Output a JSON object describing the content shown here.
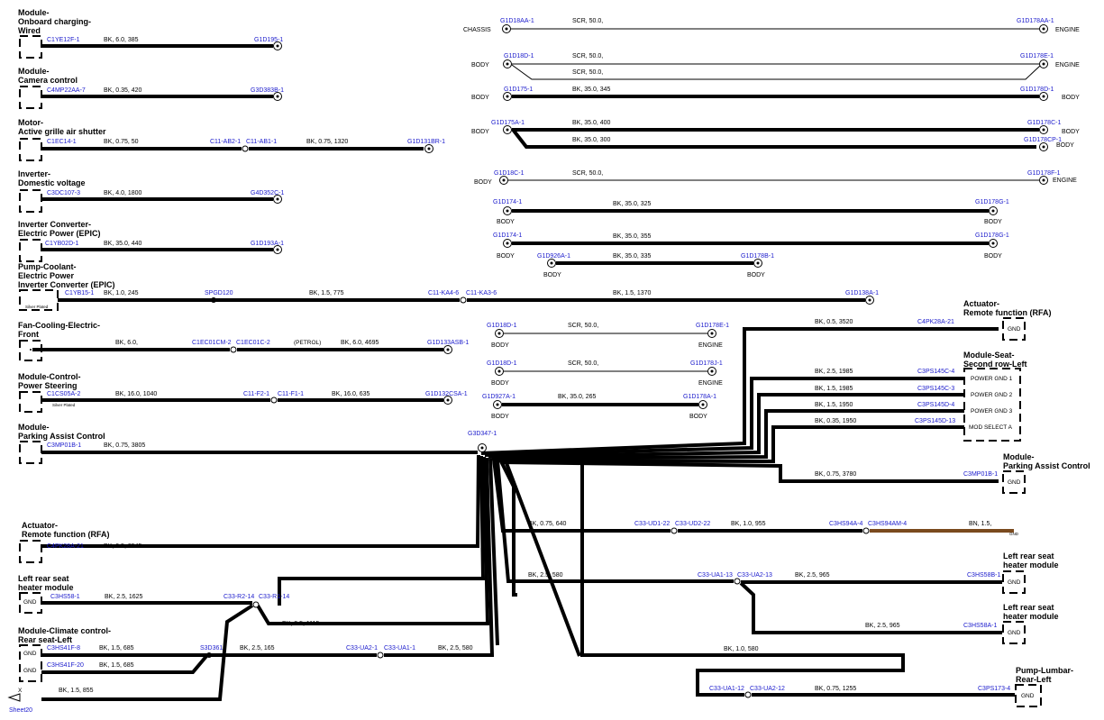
{
  "page": {
    "sheet": "Sheet20"
  },
  "left_modules": [
    {
      "title": [
        "Module-",
        "Onboard charging-",
        "Wired"
      ],
      "conn": "C1YE12F-1",
      "wire": "BK, 6.0, 385",
      "end": "G1D195-1"
    },
    {
      "title": [
        "Module-",
        "Camera control"
      ],
      "conn": "C4MP22AA-7",
      "wire": "BK, 0.35, 420",
      "end": "G3D383B-1"
    },
    {
      "title": [
        "Motor-",
        "Active grille air shutter"
      ],
      "conn": "C1EC14-1",
      "wire": "BK, 0.75, 50",
      "inline": [
        "C11-AB2-1",
        "C11-AB1-1"
      ],
      "wire2": "BK, 0.75, 1320",
      "end": "G1D131BR-1"
    },
    {
      "title": [
        "Inverter-",
        "Domestic voltage"
      ],
      "conn": "C3DC107-3",
      "wire": "BK, 4.0, 1800",
      "end": "G4D352C-1"
    },
    {
      "title": [
        "Inverter Converter-",
        "Electric Power (EPIC)"
      ],
      "conn": "C1YB02D-1",
      "wire": "BK, 35.0, 440",
      "end": "G1D193A-1"
    },
    {
      "title": [
        "Pump-Coolant-",
        "Electric Power",
        "Inverter Converter (EPIC)"
      ],
      "conn": "C1YB15-1",
      "note": "Silver Plated",
      "wire": "BK, 1.0, 245",
      "splice": "SPGD120",
      "wire2": "BK, 1.5, 775",
      "inline": [
        "C11-KA4-6",
        "C11-KA3-6"
      ],
      "wire3": "BK, 1.5, 1370",
      "end": "G1D138A-1"
    },
    {
      "title": [
        "Fan-Cooling-Electric-",
        "Front"
      ],
      "wire": "BK, 6.0,",
      "inline": [
        "C1EC01CM-2",
        "C1EC01C-2"
      ],
      "mid": "(PETROL)",
      "wire2": "BK, 6.0, 4695",
      "end": "G1D133ASB-1"
    },
    {
      "title": [
        "Module-Control-",
        "Power Steering"
      ],
      "conn": "C1CS05A-2",
      "note": "Silver Plated",
      "wire": "BK, 16.0, 1040",
      "inline": [
        "C11-F2-1",
        "C11-F1-1"
      ],
      "wire2": "BK, 16.0, 635",
      "end": "G1D132CSA-1"
    },
    {
      "title": [
        "Module-",
        "Parking Assist Control"
      ],
      "conn": "C3MP01B-1",
      "wire": "BK, 0.75, 3805",
      "end": "G3D347-1"
    }
  ],
  "straps": [
    {
      "a": "G1D18AA-1",
      "al": "CHASSIS",
      "wire": "SCR, 50.0,",
      "b": "G1D178AA-1",
      "bl": "ENGINE"
    },
    {
      "a": "G1D18D-1",
      "al": "BODY",
      "wire": "SCR, 50.0,",
      "wire_b": "SCR, 50.0,",
      "b": "G1D178E-1",
      "bl": "ENGINE"
    },
    {
      "a": "G1D175-1",
      "al": "BODY",
      "wire": "BK, 35.0, 345",
      "b": "G1D178D-1",
      "bl": "BODY"
    },
    {
      "a": "G1D175A-1",
      "al": "BODY",
      "wire": "BK, 35.0, 400",
      "wire_b": "BK, 35.0, 300",
      "b": "G1D178C-1",
      "b2": "G1D178CP-1",
      "bl": "BODY",
      "bl2": "BODY"
    },
    {
      "a": "G1D18C-1",
      "al": "BODY",
      "wire": "SCR, 50.0,",
      "b": "G1D178F-1",
      "bl": "ENGINE"
    },
    {
      "a": "G1D174-1",
      "al": "BODY",
      "wire": "BK, 35.0, 325",
      "b": "G1D178G-1",
      "bl": "BODY"
    },
    {
      "a": "G1D174-1",
      "al": "BODY",
      "wire": "BK, 35.0, 355",
      "b": "G1D178G-1",
      "bl": "BODY"
    },
    {
      "a": "G1D926A-1",
      "al": "BODY",
      "wire": "BK, 35.0, 335",
      "b": "G1D178B-1",
      "bl": "BODY"
    },
    {
      "a": "G1D18D-1",
      "al": "BODY",
      "wire": "SCR, 50.0,",
      "b": "G1D178E-1",
      "bl": "ENGINE"
    },
    {
      "a": "G1D18D-1",
      "al": "BODY",
      "wire": "SCR, 50.0,",
      "b": "G1D178J-1",
      "bl": "ENGINE"
    },
    {
      "a": "G1D927A-1",
      "al": "BODY",
      "wire": "BK, 35.0, 265",
      "b": "G1D178A-1",
      "bl": "BODY"
    }
  ],
  "right_modules": [
    {
      "title": [
        "Actuator-",
        "Remote function (RFA)"
      ],
      "wire": "BK, 0.5, 3520",
      "conn": "C4PK28A-21",
      "pin": "GND"
    },
    {
      "title": [
        "Module-Seat-",
        "Second row-Left"
      ],
      "pins": [
        {
          "wire": "BK, 2.5, 1985",
          "conn": "C3PS145C-4",
          "pin": "POWER GND 1"
        },
        {
          "wire": "BK, 1.5, 1985",
          "conn": "C3PS145C-3",
          "pin": "POWER GND 2"
        },
        {
          "wire": "BK, 1.5, 1950",
          "conn": "C3PS145D-4",
          "pin": "POWER GND 3"
        },
        {
          "wire": "BK, 0.35, 1950",
          "conn": "C3PS145D-13",
          "pin": "MOD SELECT A"
        }
      ]
    },
    {
      "title": [
        "Module-",
        "Parking Assist Control"
      ],
      "wire": "BK, 0.75, 3780",
      "conn": "C3MP01B-1",
      "pin": "GND"
    },
    {
      "wire": "BK, 0.75, 640",
      "inline": [
        "C33-UD1-22",
        "C33-UD2-22"
      ],
      "wire2": "BK, 1.0, 955",
      "inline2": [
        "C3HS94A-4",
        "C3HS94AM-4"
      ],
      "wire3": "BN, 1.5,",
      "pin": "GND"
    },
    {
      "title": [
        "Left rear seat",
        "heater module"
      ],
      "wire": "BK, 2.5, 580",
      "inline": [
        "C33-UA1-13",
        "C33-UA2-13"
      ],
      "wire2": "BK, 2.5, 965",
      "conn": "C3HS58B-1",
      "pin": "GND"
    },
    {
      "title": [
        "Left rear seat",
        "heater module"
      ],
      "wire": "BK, 2.5, 965",
      "conn": "C3HS58A-1",
      "pin": "GND"
    },
    {
      "title": [
        "Pump-Lumbar-",
        "Rear-Left"
      ],
      "wire": "BK, 1.0, 580",
      "inline": [
        "C33-UA1-12",
        "C33-UA2-12"
      ],
      "wire2": "BK, 0.75, 1255",
      "conn": "C3PS173-4",
      "pin": "GND"
    }
  ],
  "bottom_left": [
    {
      "title": [
        "Actuator-",
        "Remote function (RFA)"
      ],
      "conn": "C4PK28A-21",
      "wire": "BK, 0.5, 3545"
    },
    {
      "title": [
        "Left rear seat",
        "heater module"
      ],
      "conn": "C3HS58-1",
      "pin": "GND",
      "wire": "BK, 2.5, 1625",
      "inline": [
        "C33-R2-14",
        "C33-R1-14"
      ],
      "wire2": "BK, 2.5, 1115"
    },
    {
      "title": [
        "Module-Climate control-",
        "Rear seat-Left"
      ],
      "conn": "C3HS41F-8",
      "conn2": "C3HS41F-20",
      "pin": "GND",
      "wire": "BK, 1.5, 685",
      "wire_b": "BK, 1.5, 685",
      "splice": "S3D361",
      "wire2": "BK, 2.5, 165",
      "inline": [
        "C33-UA2-1",
        "C33-UA1-1"
      ],
      "wire3": "BK, 2.5, 580"
    },
    {
      "x": "X",
      "wire": "BK, 1.5, 855"
    }
  ]
}
